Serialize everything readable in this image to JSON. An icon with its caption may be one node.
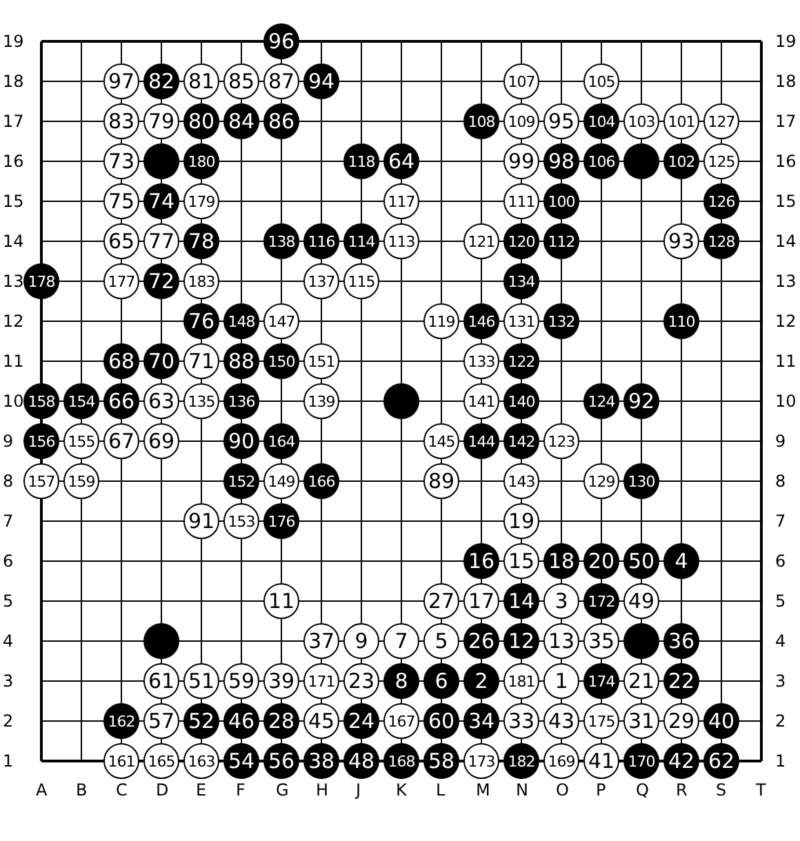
{
  "diagram": {
    "nodes": [
      {
        "text": [
          "96"
        ]
      },
      {
        "text": [
          "97"
        ]
      },
      {
        "text": [
          "82"
        ]
      },
      {
        "text": [
          "81"
        ]
      },
      {
        "text": [
          "85"
        ]
      },
      {
        "text": [
          "87"
        ]
      },
      {
        "text": [
          "94"
        ]
      },
      {
        "text": [
          "107"
        ]
      },
      {
        "text": [
          "105"
        ]
      },
      {
        "text": [
          "83"
        ]
      },
      {
        "text": [
          "79"
        ]
      },
      {
        "text": [
          "80"
        ]
      },
      {
        "text": [
          "84"
        ]
      },
      {
        "text": [
          "86"
        ]
      },
      {
        "text": [
          "108"
        ]
      },
      {
        "text": [
          "109"
        ]
      },
      {
        "text": [
          "95"
        ]
      },
      {
        "text": [
          "104"
        ]
      },
      {
        "text": [
          "103"
        ]
      },
      {
        "text": [
          "101"
        ]
      },
      {
        "text": [
          "127"
        ]
      },
      {
        "text": [
          "73"
        ]
      },
      {
        "text": [],
        "shape": "circle"
      },
      {
        "text": [
          "180"
        ]
      },
      {
        "text": [
          "118"
        ]
      },
      {
        "text": [
          "64"
        ]
      },
      {
        "text": [
          "99"
        ]
      },
      {
        "text": [
          "98"
        ]
      },
      {
        "text": [
          "106"
        ]
      },
      {
        "text": [],
        "shape": "circle"
      },
      {
        "text": [
          "102"
        ]
      },
      {
        "text": [
          "125"
        ]
      },
      {
        "text": [
          "75"
        ]
      },
      {
        "text": [
          "74"
        ]
      },
      {
        "text": [
          "179"
        ]
      },
      {
        "text": [
          "117"
        ]
      },
      {
        "text": [
          "111"
        ]
      },
      {
        "text": [
          "100"
        ]
      },
      {
        "text": [
          "126"
        ]
      },
      {
        "text": [
          "65"
        ]
      },
      {
        "text": [
          "77"
        ]
      },
      {
        "text": [
          "78"
        ]
      },
      {
        "text": [
          "138"
        ]
      },
      {
        "text": [
          "116"
        ]
      },
      {
        "text": [
          "114"
        ]
      },
      {
        "text": [
          "113"
        ]
      },
      {
        "text": [
          "121"
        ]
      },
      {
        "text": [
          "120"
        ]
      },
      {
        "text": [
          "112"
        ]
      },
      {
        "text": [
          "93"
        ]
      },
      {
        "text": [
          "128"
        ]
      },
      {
        "text": [
          "178"
        ]
      },
      {
        "text": [
          "177"
        ]
      },
      {
        "text": [
          "72"
        ]
      },
      {
        "text": [
          "183"
        ]
      },
      {
        "text": [
          "137"
        ]
      },
      {
        "text": [
          "115"
        ]
      },
      {
        "text": [
          "134"
        ]
      },
      {
        "text": [
          "76"
        ]
      },
      {
        "text": [
          "148"
        ]
      },
      {
        "text": [
          "147"
        ]
      },
      {
        "text": [
          "119"
        ]
      },
      {
        "text": [
          "146"
        ]
      },
      {
        "text": [
          "131"
        ]
      },
      {
        "text": [
          "132"
        ]
      },
      {
        "text": [
          "110"
        ]
      },
      {
        "text": [
          "68"
        ]
      },
      {
        "text": [
          "70"
        ]
      },
      {
        "text": [
          "71"
        ]
      },
      {
        "text": [
          "88"
        ]
      },
      {
        "text": [
          "150"
        ]
      },
      {
        "text": [
          "151"
        ]
      },
      {
        "text": [
          "133"
        ]
      },
      {
        "text": [
          "122"
        ]
      },
      {
        "text": [
          "158"
        ]
      },
      {
        "text": [
          "154"
        ]
      },
      {
        "text": [
          "66"
        ]
      },
      {
        "text": [
          "63"
        ]
      },
      {
        "text": [
          "135"
        ]
      },
      {
        "text": [
          "136"
        ]
      },
      {
        "text": [
          "139"
        ]
      },
      {
        "text": [],
        "shape": "circle"
      },
      {
        "text": [
          "141"
        ]
      },
      {
        "text": [
          "140"
        ]
      },
      {
        "text": [
          "124"
        ]
      },
      {
        "text": [
          "92"
        ]
      },
      {
        "text": [
          "156"
        ]
      },
      {
        "text": [
          "155"
        ]
      },
      {
        "text": [
          "67"
        ]
      },
      {
        "text": [
          "69"
        ]
      },
      {
        "text": [
          "90"
        ]
      },
      {
        "text": [
          "164"
        ]
      },
      {
        "text": [
          "145"
        ]
      },
      {
        "text": [
          "144"
        ]
      },
      {
        "text": [
          "142"
        ]
      },
      {
        "text": [
          "123"
        ]
      },
      {
        "text": [
          "157"
        ]
      },
      {
        "text": [
          "159"
        ]
      },
      {
        "text": [
          "152"
        ]
      },
      {
        "text": [
          "149"
        ]
      },
      {
        "text": [
          "166"
        ]
      },
      {
        "text": [
          "89"
        ]
      },
      {
        "text": [
          "143"
        ]
      },
      {
        "text": [
          "129"
        ]
      },
      {
        "text": [
          "130"
        ]
      },
      {
        "text": [
          "91"
        ]
      },
      {
        "text": [
          "153"
        ]
      },
      {
        "text": [
          "176"
        ]
      },
      {
        "text": [
          "19"
        ]
      },
      {
        "text": [
          "16"
        ]
      },
      {
        "text": [
          "15"
        ]
      },
      {
        "text": [
          "18"
        ]
      },
      {
        "text": [
          "20"
        ]
      },
      {
        "text": [
          "50"
        ]
      },
      {
        "text": [
          "4"
        ]
      },
      {
        "text": [
          "11"
        ]
      },
      {
        "text": [
          "27"
        ]
      },
      {
        "text": [
          "17"
        ]
      },
      {
        "text": [
          "14"
        ]
      },
      {
        "text": [
          "3"
        ]
      },
      {
        "text": [
          "172"
        ]
      },
      {
        "text": [
          "49"
        ]
      },
      {
        "text": [],
        "shape": "circle"
      },
      {
        "text": [
          "37"
        ]
      },
      {
        "text": [
          "9"
        ]
      },
      {
        "text": [
          "7"
        ]
      },
      {
        "text": [
          "5"
        ]
      },
      {
        "text": [
          "26"
        ]
      },
      {
        "text": [
          "12"
        ]
      },
      {
        "text": [
          "13"
        ]
      },
      {
        "text": [
          "35"
        ]
      },
      {
        "text": [],
        "shape": "circle"
      },
      {
        "text": [
          "36"
        ]
      },
      {
        "text": [
          "61"
        ]
      },
      {
        "text": [
          "51"
        ]
      },
      {
        "text": [
          "59"
        ]
      },
      {
        "text": [
          "39"
        ]
      },
      {
        "text": [
          "171"
        ]
      },
      {
        "text": [
          "23"
        ]
      },
      {
        "text": [
          "8"
        ]
      },
      {
        "text": [
          "6"
        ]
      },
      {
        "text": [
          "2"
        ]
      },
      {
        "text": [
          "181"
        ]
      },
      {
        "text": [
          "1"
        ]
      },
      {
        "text": [
          "174"
        ]
      },
      {
        "text": [
          "21"
        ]
      },
      {
        "text": [
          "22"
        ]
      },
      {
        "text": [
          "162"
        ]
      },
      {
        "text": [
          "57"
        ]
      },
      {
        "text": [
          "52"
        ]
      },
      {
        "text": [
          "46"
        ]
      },
      {
        "text": [
          "28"
        ]
      },
      {
        "text": [
          "45"
        ]
      },
      {
        "text": [
          "24"
        ]
      },
      {
        "text": [
          "167"
        ]
      },
      {
        "text": [
          "60"
        ]
      },
      {
        "text": [
          "34"
        ]
      },
      {
        "text": [
          "33"
        ]
      },
      {
        "text": [
          "43"
        ]
      },
      {
        "text": [
          "175"
        ]
      },
      {
        "text": [
          "31"
        ]
      },
      {
        "text": [
          "29"
        ]
      },
      {
        "text": [
          "40"
        ]
      },
      {
        "text": [
          "161"
        ]
      },
      {
        "text": [
          "165"
        ]
      },
      {
        "text": [
          "163"
        ]
      },
      {
        "text": [
          "54"
        ]
      },
      {
        "text": [
          "56"
        ]
      },
      {
        "text": [
          "38"
        ]
      },
      {
        "text": [
          "48"
        ]
      },
      {
        "text": [
          "168"
        ]
      },
      {
        "text": [
          "58"
        ]
      },
      {
        "text": [
          "173"
        ]
      },
      {
        "text": [
          "182"
        ]
      },
      {
        "text": [
          "169"
        ]
      },
      {
        "text": [
          "41"
        ]
      },
      {
        "text": [
          "170"
        ]
      },
      {
        "text": [
          "42"
        ]
      },
      {
        "text": [
          "62"
        ]
      }
    ],
    "labels": [
      "19",
      "19",
      "18",
      "18",
      "17",
      "17",
      "16",
      "16",
      "15",
      "15",
      "14",
      "14",
      "13",
      "13",
      "12",
      "12",
      "11",
      "11",
      "10",
      "10",
      "9",
      "9",
      "8",
      "8",
      "7",
      "7",
      "6",
      "6",
      "5",
      "5",
      "4",
      "4",
      "3",
      "3",
      "2",
      "2",
      "1",
      "1",
      "A",
      "B",
      "C",
      "D",
      "E",
      "F",
      "G",
      "H",
      "J",
      "K",
      "L",
      "M",
      "N",
      "O",
      "P",
      "Q",
      "R",
      "S",
      "T"
    ]
  }
}
